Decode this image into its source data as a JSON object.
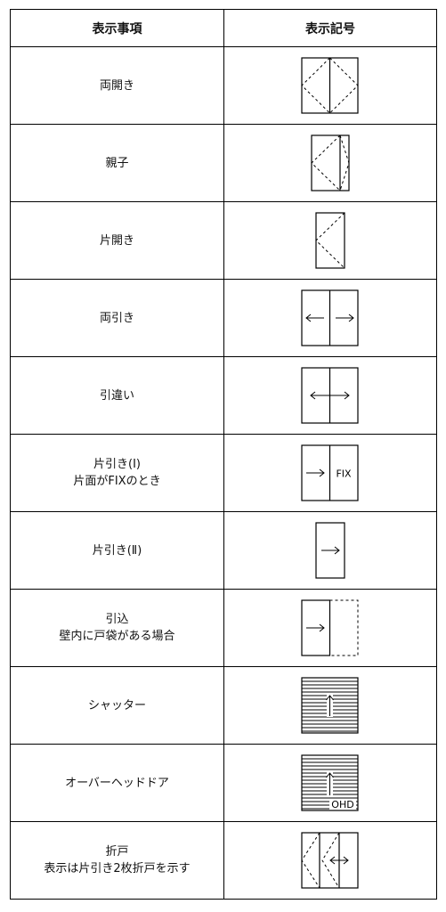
{
  "header": {
    "item": "表示事項",
    "symbol": "表示記号"
  },
  "rows": [
    {
      "label": "両開き"
    },
    {
      "label": "親子"
    },
    {
      "label": "片開き"
    },
    {
      "label": "両引き"
    },
    {
      "label": "引違い"
    },
    {
      "label": "片引き(Ⅰ)\n片面がFIXのとき",
      "symbol_text": "FIX"
    },
    {
      "label": "片引き(Ⅱ)"
    },
    {
      "label": "引込\n壁内に戸袋がある場合"
    },
    {
      "label": "シャッター"
    },
    {
      "label": "オーバーヘッドドア",
      "symbol_text": "OHD"
    },
    {
      "label": "折戸\n表示は片引き2枚折戸を示す"
    }
  ]
}
